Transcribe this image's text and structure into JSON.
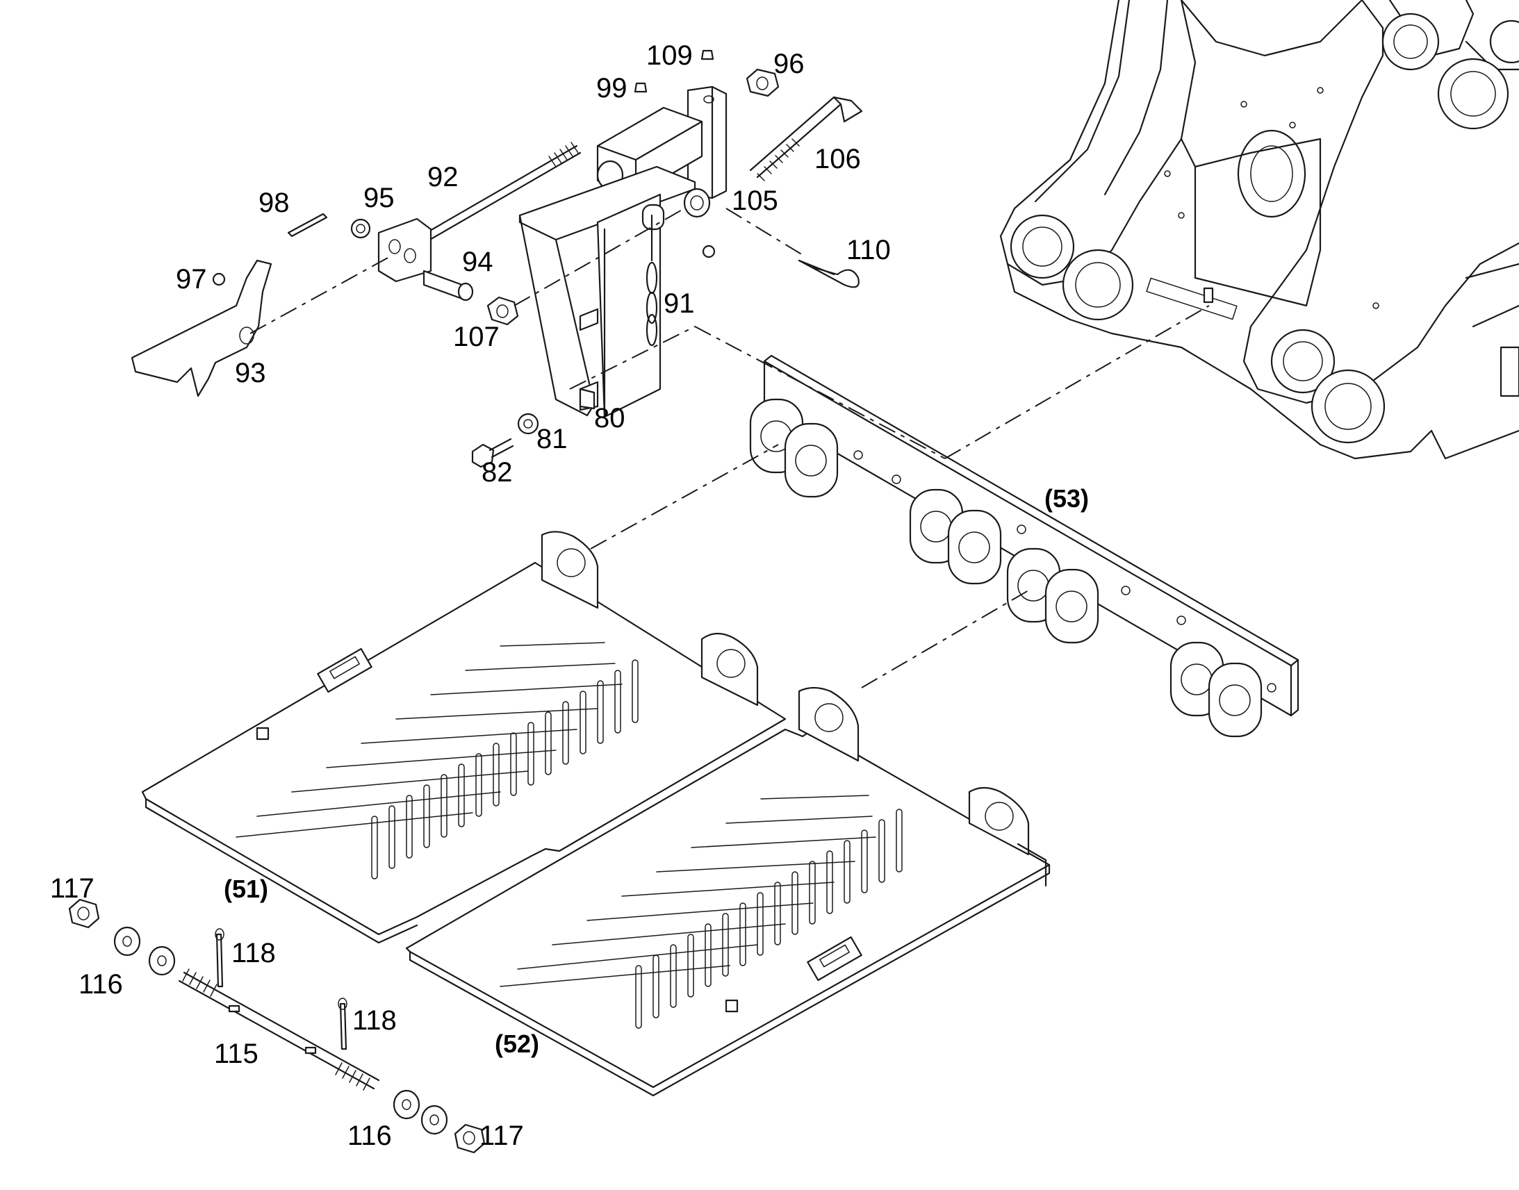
{
  "diagram": {
    "labels": {
      "p80": "80",
      "p81": "81",
      "p82": "82",
      "p91": "91",
      "p92": "92",
      "p93": "93",
      "p94": "94",
      "p95": "95",
      "p96": "96",
      "p97": "97",
      "p98": "98",
      "p99": "99",
      "p105": "105",
      "p106": "106",
      "p107": "107",
      "p109": "109",
      "p110": "110",
      "p115": "115",
      "p116a": "116",
      "p116b": "116",
      "p117a": "117",
      "p117b": "117",
      "p118a": "118",
      "p118b": "118"
    },
    "groups": {
      "g51": "(51)",
      "g52": "(52)",
      "g53": "(53)"
    }
  }
}
